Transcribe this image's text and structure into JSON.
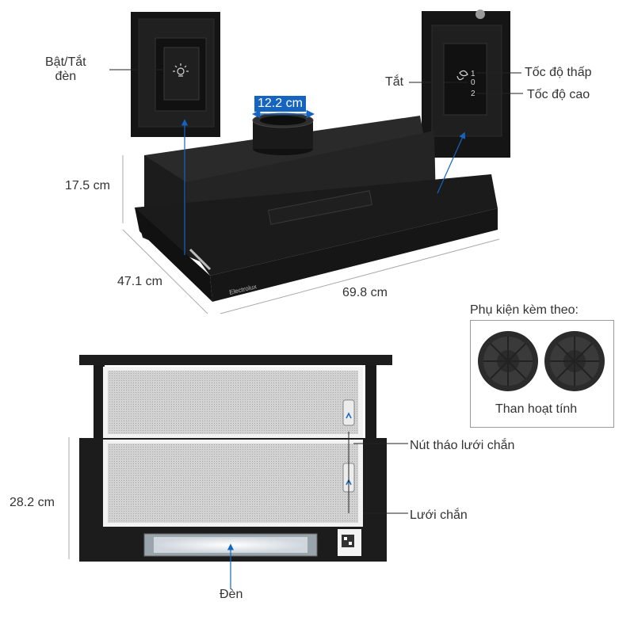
{
  "labels": {
    "light_toggle": "Bật/Tắt\nđèn",
    "off": "Tắt",
    "low_speed": "Tốc độ thấp",
    "high_speed": "Tốc độ cao",
    "duct_diameter": "12.2 cm",
    "height": "17.5 cm",
    "depth": "47.1 cm",
    "width": "69.8 cm",
    "front_height": "28.2 cm",
    "filter_release_button": "Nút tháo lưới chắn",
    "filter_mesh": "Lưới chắn",
    "lamp": "Đèn",
    "accessories_title": "Phụ kiện kèm theo:",
    "carbon_filter": "Than hoạt tính",
    "brand_on_front": "Electrolux",
    "switch_marks": {
      "off": "0",
      "low": "1",
      "high": "2"
    }
  },
  "colors": {
    "hood_body": "#1b1b1b",
    "hood_edge": "#2c2c2c",
    "leader_blue": "#1565c0",
    "leader_dark": "#222222",
    "mesh": "#c9c9c9",
    "text": "#333333"
  },
  "icons": [
    "light-bulb-icon",
    "fan-icon",
    "qr-code-icon"
  ]
}
